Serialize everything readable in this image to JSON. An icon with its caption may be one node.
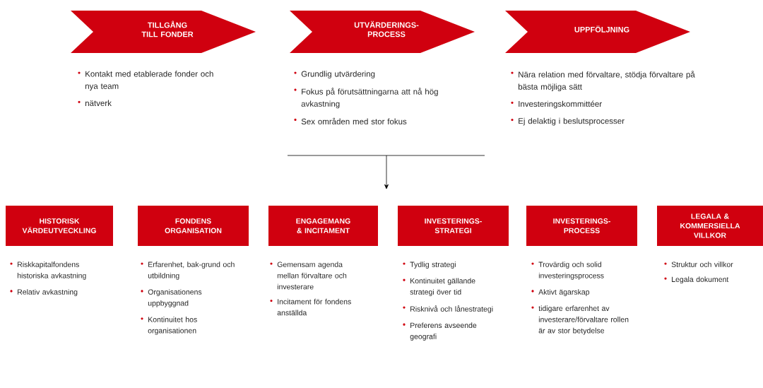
{
  "diagram": {
    "nodes": [
      {
        "text": [
          "TILLGÅNG TILL FONDER"
        ],
        "beside": [
          "Kontakt med etablerade fonder och nya team",
          "nätverk"
        ]
      },
      {
        "text": [
          "UTVÄRDERINGS-PROCESS"
        ],
        "beside": [
          "Grundlig utvärdering",
          "Fokus på förutsättningarna att nå hög avkastning",
          "Sex områden med stor fokus"
        ]
      },
      {
        "text": [
          "UPPFÖLJNING"
        ],
        "beside": [
          "Nära relation med förvaltare, stödja förvaltare på bästa möjliga sätt",
          "Investeringskommittéer",
          "Ej delaktig i beslutsprocesser"
        ]
      },
      {
        "text": [
          "HISTORISK VÄRDEUTVECKLING"
        ],
        "beside": [
          "Riskkapitalfondens historiska avkastning",
          "Relativ avkastning"
        ]
      },
      {
        "text": [
          "FONDENS ORGANISATION"
        ],
        "beside": [
          "Erfarenhet, bak-grund och utbildning",
          "Organisationens uppbyggnad",
          "Kontinuitet hos organisationen"
        ]
      },
      {
        "text": [
          "ENGAGEMANG & INCITAMENT"
        ],
        "beside": [
          "Gemensam agenda mellan förvaltare och investerare",
          "Incitament för fondens anställda"
        ]
      },
      {
        "text": [
          "INVESTERINGS-STRATEGI"
        ],
        "beside": [
          "Tydlig strategi",
          "Kontinuitet gällande strategi över tid",
          "Risknivå och lånestrategi",
          "Preferens avseende geografi"
        ]
      },
      {
        "text": [
          "INVESTERINGS-PROCESS"
        ],
        "beside": [
          "Trovärdig och solid investeringsprocess",
          "Aktivt ägarskap",
          "tidigare erfarenhet av investerare/förvaltare rollen är av stor betydelse"
        ]
      },
      {
        "text": [
          "LEGALA & KOMMERSIELLA VILLKOR"
        ],
        "beside": [
          "Struktur och villkor",
          "Legala dokument"
        ]
      }
    ]
  }
}
